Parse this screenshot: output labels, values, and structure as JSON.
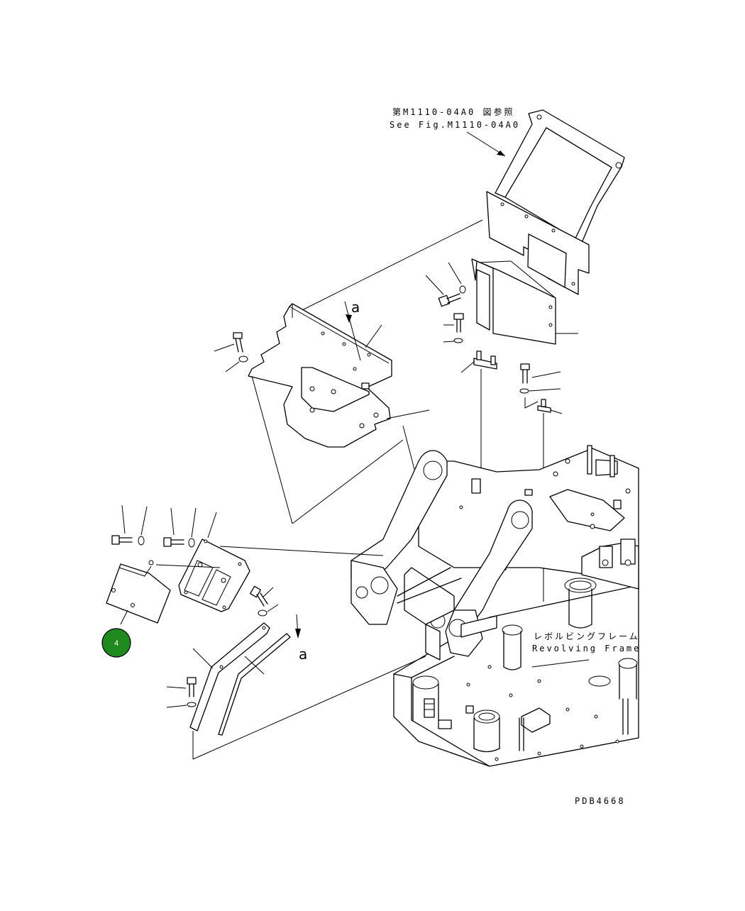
{
  "ref": {
    "jp": "第M1110-04A0 図参照",
    "en": "See Fig.M1110-04A0"
  },
  "section_mark": "a",
  "frame_label": {
    "jp": "レボルビングフレーム",
    "en": "Revolving Frame"
  },
  "drawing_number": "PDB4668",
  "callouts": [
    {
      "number": "4",
      "color": "#1e8a1e"
    }
  ]
}
